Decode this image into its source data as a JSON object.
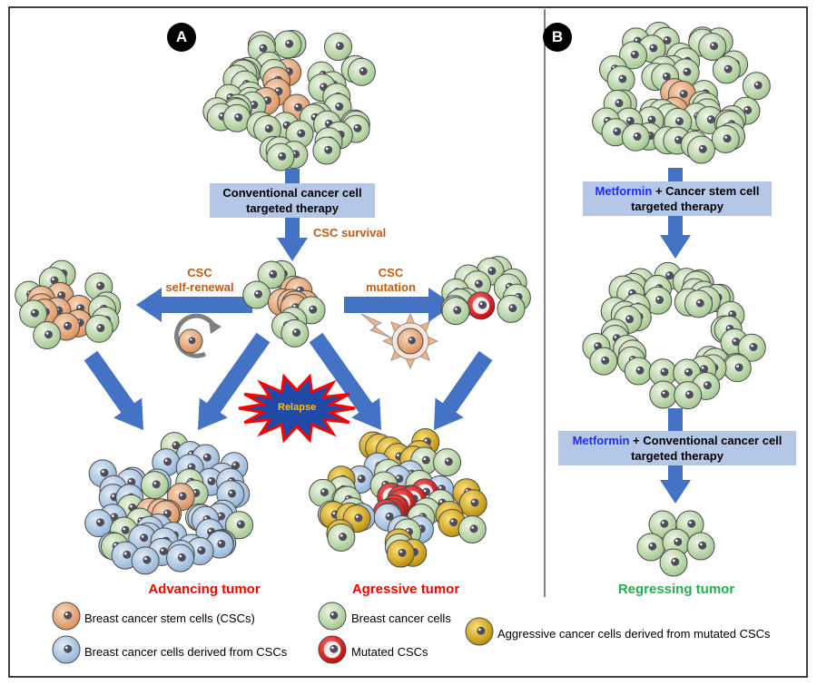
{
  "panels": {
    "a_label": "A",
    "b_label": "B"
  },
  "panel_a": {
    "therapy_line1": "Conventional cancer cell",
    "therapy_line2": "targeted therapy",
    "csc_survival": "CSC survival",
    "self_renewal_line1": "CSC",
    "self_renewal_line2": "self-renewal",
    "mutation_line1": "CSC",
    "mutation_line2": "mutation",
    "relapse": "Relapse",
    "advancing": "Advancing tumor",
    "aggressive": "Agressive tumor"
  },
  "panel_b": {
    "metformin": "Metformin",
    "step1_rest": " + Cancer stem cell",
    "step1_line2": "targeted therapy",
    "step2_rest": " + Conventional cancer cell",
    "step2_line2": "targeted therapy",
    "regressing": "Regressing tumor"
  },
  "legend": {
    "csc": "Breast cancer stem cells (CSCs)",
    "derived": "Breast cancer cells derived from CSCs",
    "bcc": "Breast cancer cells",
    "mutated": "Mutated CSCs",
    "aggressive": "Aggressive cancer cells derived from mutated CSCs"
  },
  "colors": {
    "arrow": "#4472c4",
    "box": "#b4c7e7",
    "orange_text": "#c55a11",
    "red_text": "#ff0000",
    "green_text": "#22b14c",
    "metformin_text": "#1f2bff",
    "green_cell": "#a9d18e",
    "csc_cell": "#f4b183",
    "derived_cell": "#9dc3e6",
    "mutated_cell": "#ff0000",
    "aggressive_cell": "#bf9000",
    "relapse_text": "#ffc000"
  }
}
